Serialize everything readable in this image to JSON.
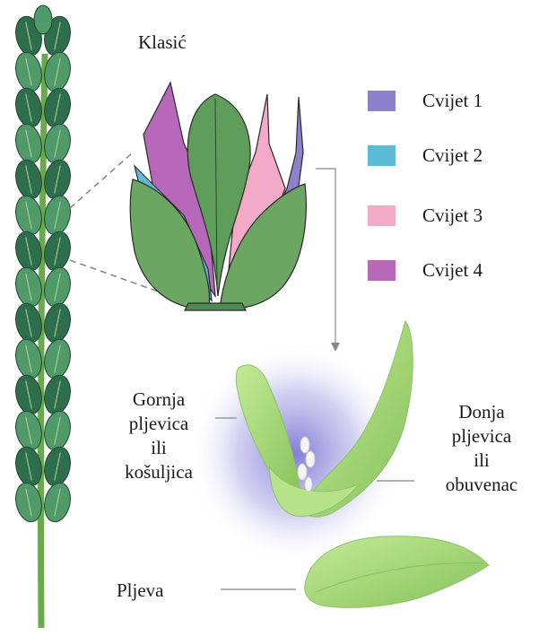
{
  "labels": {
    "spikelet": "Klasić",
    "upper_glume": [
      "Gornja",
      "pljevica",
      "ili",
      "košuljica"
    ],
    "lower_glume": [
      "Donja",
      "pljevica",
      "ili",
      "obuvenac"
    ],
    "glume": "Pljeva"
  },
  "legend": [
    {
      "label": "Cvijet 1",
      "color": "#8d80cc"
    },
    {
      "label": "Cvijet 2",
      "color": "#5cbcd6"
    },
    {
      "label": "Cvijet 3",
      "color": "#f2aac6"
    },
    {
      "label": "Cvijet 4",
      "color": "#b868b8"
    }
  ],
  "colors": {
    "stem": "#6aaa4c",
    "grain_dark": "#2f6e4c",
    "grain_light": "#4f9a68",
    "glume_green": "#a8d878",
    "glow": "#8a84d8"
  }
}
